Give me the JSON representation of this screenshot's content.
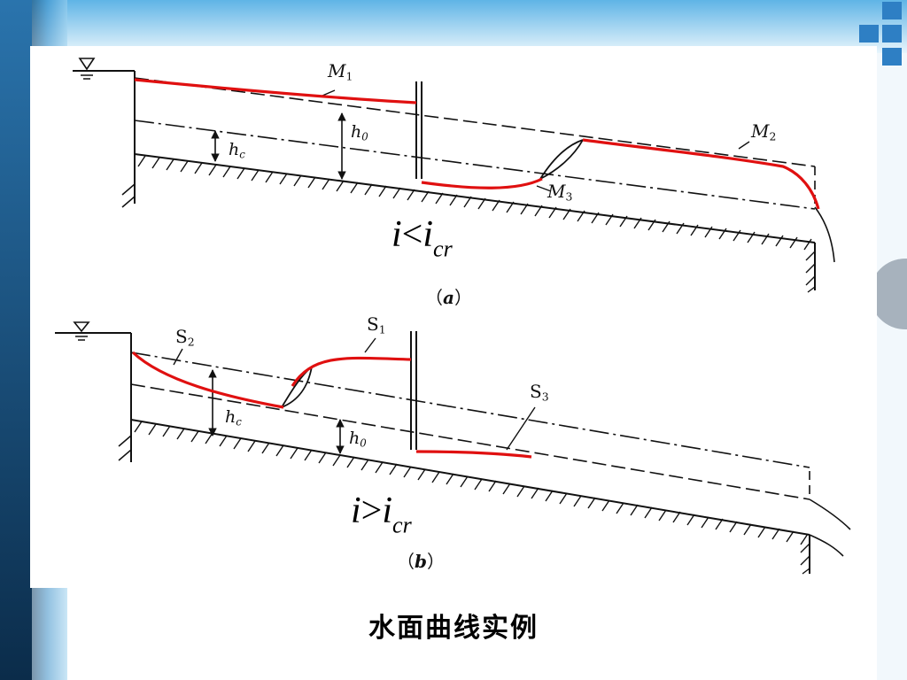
{
  "figure_a": {
    "curve_labels": {
      "m1": {
        "base": "M",
        "sub": "1"
      },
      "m2": {
        "base": "M",
        "sub": "2"
      },
      "m3": {
        "base": "M",
        "sub": "3"
      }
    },
    "depth_labels": {
      "h0": {
        "base": "h",
        "sub": "0"
      },
      "hc": {
        "base": "h",
        "sub": "c"
      }
    },
    "condition": {
      "left": "i",
      "op": "<",
      "right": "i",
      "sub": "cr"
    },
    "label": {
      "open": "（",
      "letter": "a",
      "close": "）"
    }
  },
  "figure_b": {
    "curve_labels": {
      "s1": {
        "base": "S",
        "sub": "1"
      },
      "s2": {
        "base": "S",
        "sub": "2"
      },
      "s3": {
        "base": "S",
        "sub": "3"
      }
    },
    "depth_labels": {
      "h0": {
        "base": "h",
        "sub": "0"
      },
      "hc": {
        "base": "h",
        "sub": "c"
      }
    },
    "condition": {
      "left": "i",
      "op": ">",
      "right": "i",
      "sub": "cr"
    },
    "label": {
      "open": "（",
      "letter": "b",
      "close": "）"
    }
  },
  "caption": "水面曲线实例",
  "colors": {
    "water_surface_curve": "#e01010",
    "line_art": "#111111",
    "slide_accent": "#2e7fc4"
  }
}
